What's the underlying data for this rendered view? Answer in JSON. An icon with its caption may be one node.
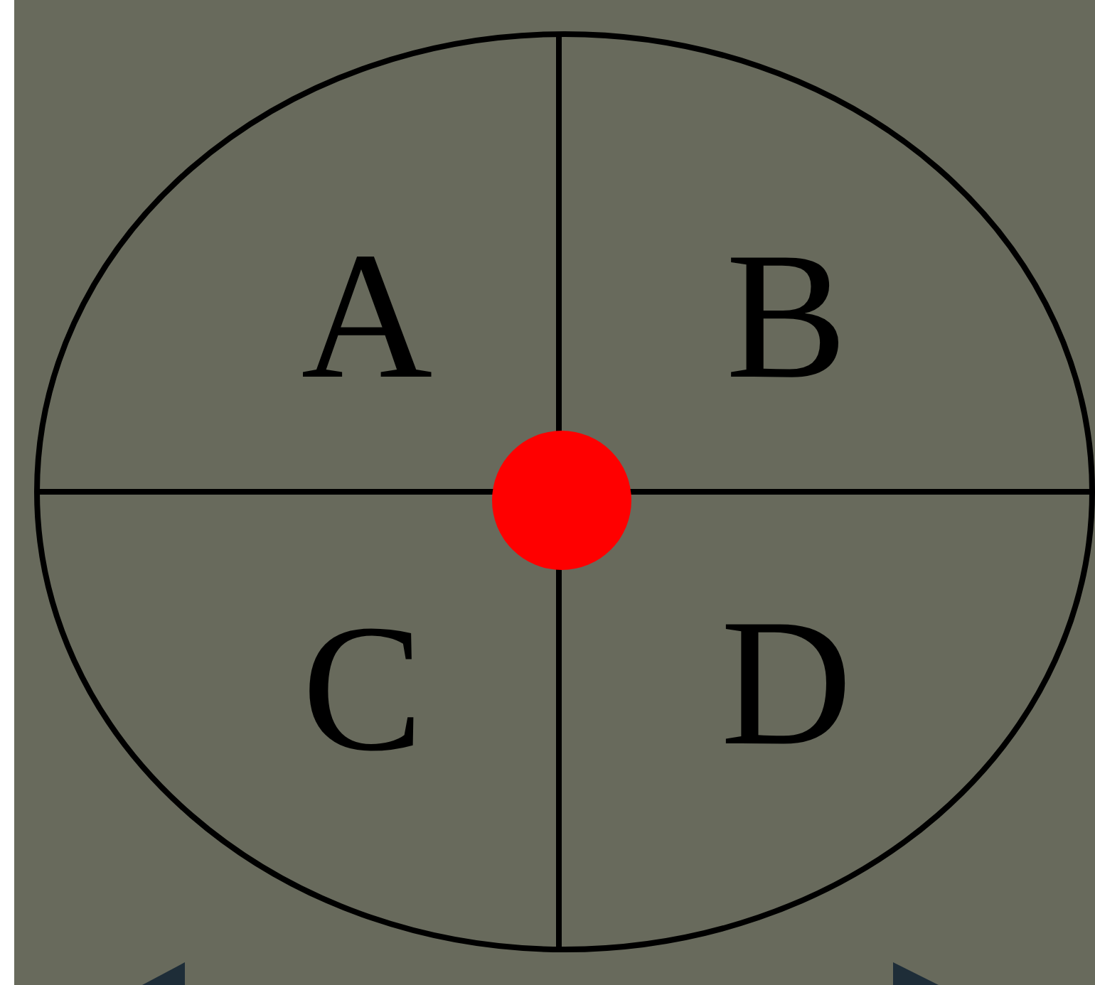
{
  "diagram": {
    "labels": [
      "A",
      "B",
      "C",
      "D"
    ]
  }
}
